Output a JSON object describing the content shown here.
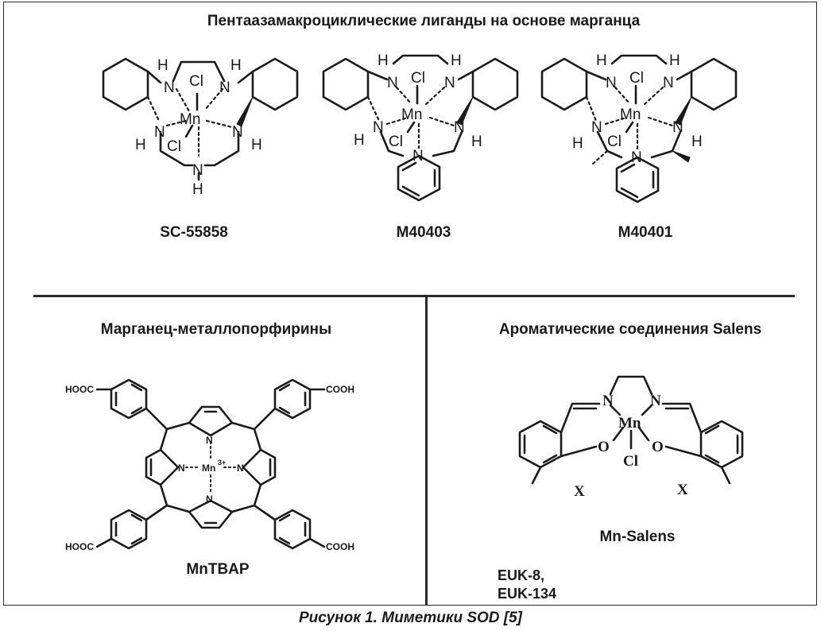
{
  "sections": {
    "top_title": "Пентаазамакроциклические лиганды на основе марганца",
    "porphyrin_title": "Марганец-металлопорфирины",
    "salens_title": "Ароматические соединения Salens"
  },
  "compounds": {
    "sc55858": "SC-55858",
    "m40403": "M40403",
    "m40401": "M40401",
    "mntbap": "MnTBAP",
    "mnsalens": "Mn-Salens"
  },
  "euk": {
    "line1": "EUK-8,",
    "line2": "EUK-134"
  },
  "caption": "Рисунок 1. Миметики SOD [5]",
  "atoms": {
    "N": "N",
    "H": "H",
    "Mn": "Mn",
    "Cl": "Cl",
    "O": "O",
    "X": "X",
    "cooh": "COOH",
    "hooc": "HOOC",
    "mn3": "Mn",
    "plus3": "3+"
  }
}
